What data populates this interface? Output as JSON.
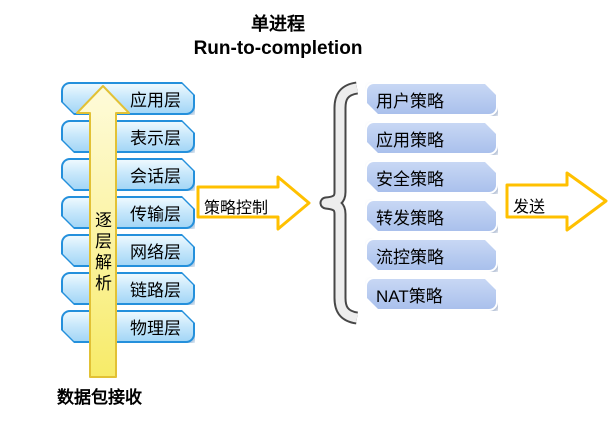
{
  "title": {
    "line1": "单进程",
    "line2": "Run-to-completion"
  },
  "stack": {
    "layers": [
      "应用层",
      "表示层",
      "会话层",
      "传输层",
      "网络层",
      "链路层",
      "物理层"
    ],
    "arrow_label": "逐层解析",
    "bottom_label": "数据包接收"
  },
  "flow": {
    "policy_control_label": "策略控制",
    "send_label": "发送"
  },
  "policies": {
    "items": [
      "用户策略",
      "应用策略",
      "安全策略",
      "转发策略",
      "流控策略",
      "NAT策略"
    ]
  },
  "colors": {
    "layer_box_border": "#2490DC",
    "layer_box_fill_top": "#EEF9FE",
    "layer_box_fill_bottom": "#A4D6F6",
    "policy_box_fill": "#AFC6EE",
    "policy_box_border": "#FFFFFF",
    "outline_arrow_border": "#FFC000",
    "parse_arrow_fill": "#F8ED73",
    "parse_arrow_border": "#E2C135",
    "brace_fill": "#EDEDED",
    "brace_outline": "#474747",
    "text": "#000000"
  }
}
